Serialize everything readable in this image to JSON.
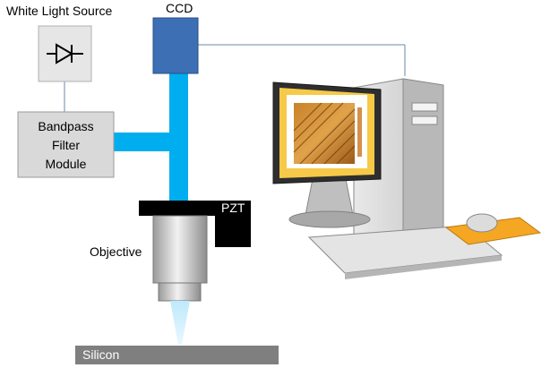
{
  "labels": {
    "light_source": "White Light Source",
    "ccd": "CCD",
    "filter_line1": "Bandpass",
    "filter_line2": "Filter",
    "filter_line3": "Module",
    "pzt": "PZT",
    "objective": "Objective",
    "sample": "Silicon"
  },
  "colors": {
    "beam": "#00aeef",
    "ccd": "#3d6fb5",
    "filter_module": "#d9d9d9",
    "pzt": "#000000",
    "sample": "#7f7f7f",
    "mouse_pad": "#f5a623"
  },
  "icons": [
    "diode-symbol-icon",
    "computer-workstation-icon"
  ]
}
